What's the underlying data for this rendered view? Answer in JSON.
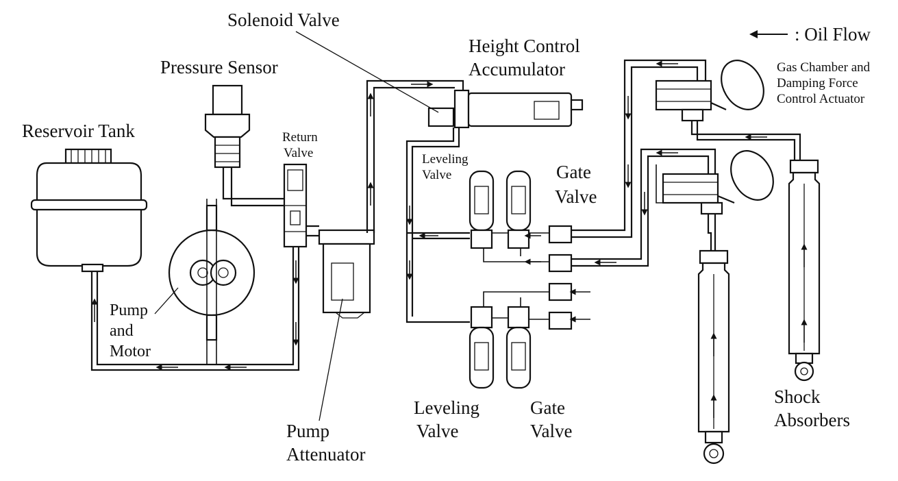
{
  "labels": {
    "solenoid_valve": "Solenoid Valve",
    "height_control_line1": "Height Control",
    "height_control_line2": "Accumulator",
    "oil_flow_legend": ": Oil Flow",
    "pressure_sensor": "Pressure Sensor",
    "reservoir_tank": "Reservoir Tank",
    "return_valve_line1": "Return",
    "return_valve_line2": "Valve",
    "leveling_valve_top_line1": "Leveling",
    "leveling_valve_top_line2": "Valve",
    "gate_valve_top_line1": "Gate",
    "gate_valve_top_line2": "Valve",
    "gas_chamber_line1": "Gas Chamber and",
    "gas_chamber_line2": "Damping Force",
    "gas_chamber_line3": "Control Actuator",
    "pump_motor_line1": "Pump",
    "pump_motor_line2": "and",
    "pump_motor_line3": "Motor",
    "pump_attenuator_line1": "Pump",
    "pump_attenuator_line2": "Attenuator",
    "leveling_valve_bottom_line1": "Leveling",
    "leveling_valve_bottom_line2": "Valve",
    "gate_valve_bottom_line1": "Gate",
    "gate_valve_bottom_line2": "Valve",
    "shock_absorbers_line1": "Shock",
    "shock_absorbers_line2": "Absorbers"
  },
  "colors": {
    "line": "#111111",
    "background": "#ffffff"
  }
}
